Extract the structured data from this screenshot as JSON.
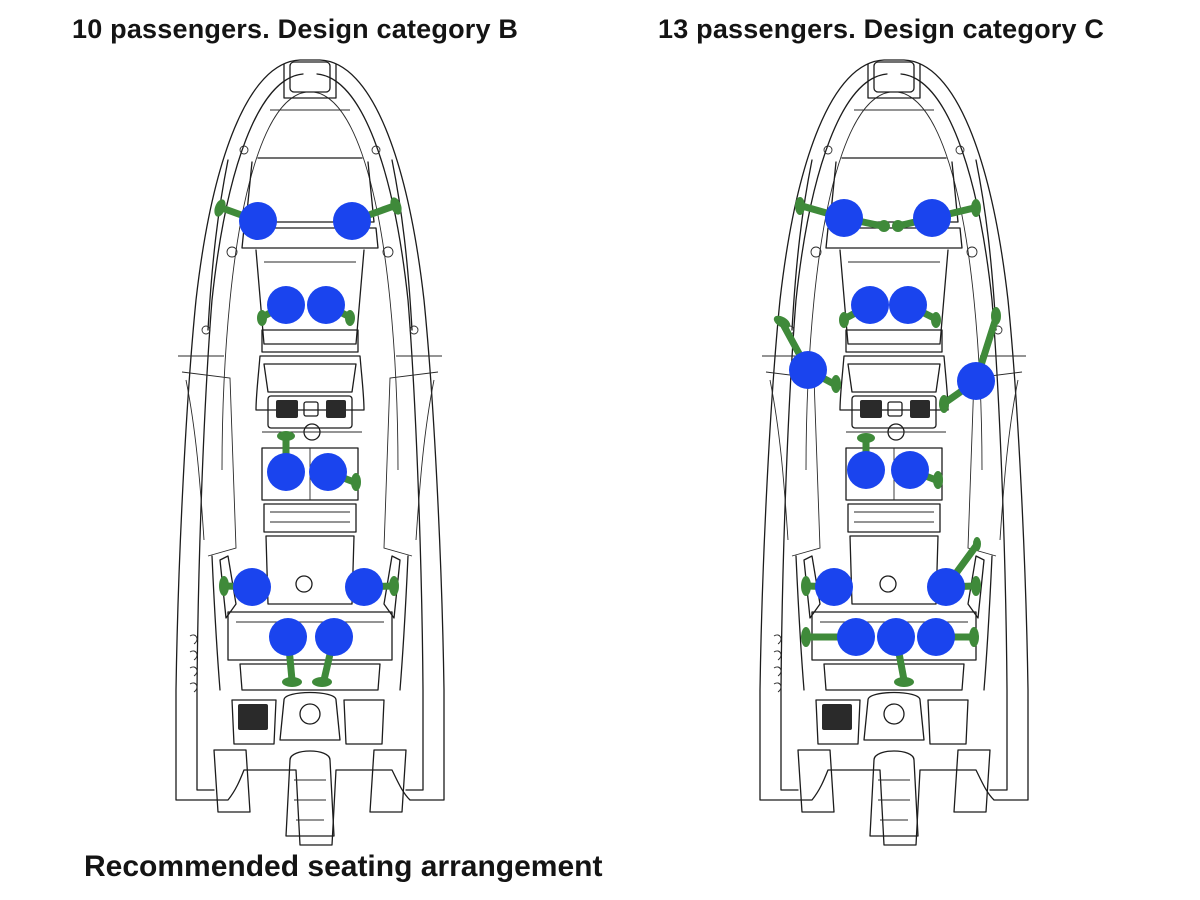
{
  "labels": {
    "left_title": "10 passengers. Design category B",
    "right_title": "13 passengers. Design category C",
    "caption": "Recommended seating arrangement"
  },
  "colors": {
    "seat": "#1a44ee",
    "handhold": "#3f8a3a",
    "outline": "#1c1c1c"
  },
  "configurations": [
    {
      "passengers": 10,
      "design_category": "B"
    },
    {
      "passengers": 13,
      "design_category": "C"
    }
  ]
}
